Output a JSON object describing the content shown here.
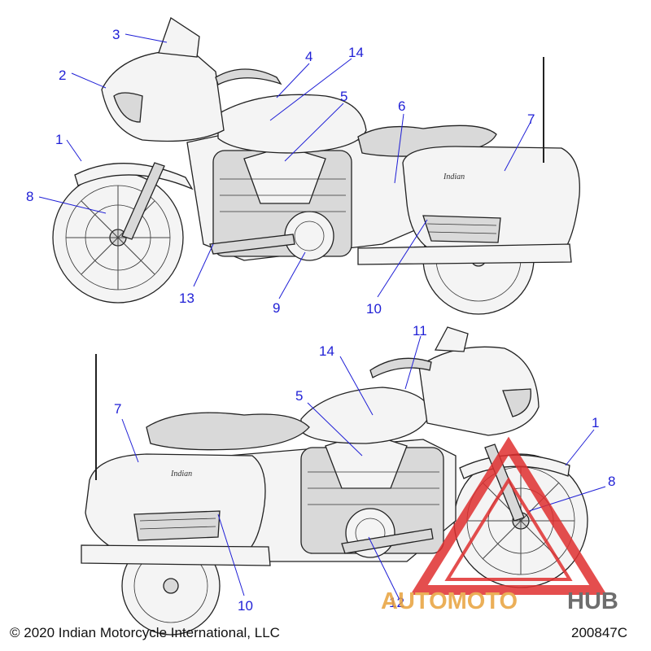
{
  "callouts_top": [
    {
      "id": "c-top-1",
      "label": "1"
    },
    {
      "id": "c-top-2",
      "label": "2"
    },
    {
      "id": "c-top-3",
      "label": "3"
    },
    {
      "id": "c-top-4",
      "label": "4"
    },
    {
      "id": "c-top-14",
      "label": "14"
    },
    {
      "id": "c-top-5",
      "label": "5"
    },
    {
      "id": "c-top-6",
      "label": "6"
    },
    {
      "id": "c-top-7",
      "label": "7"
    },
    {
      "id": "c-top-8",
      "label": "8"
    },
    {
      "id": "c-top-13",
      "label": "13"
    },
    {
      "id": "c-top-9",
      "label": "9"
    },
    {
      "id": "c-top-10",
      "label": "10"
    }
  ],
  "callouts_bottom": [
    {
      "id": "c-bot-11",
      "label": "11"
    },
    {
      "id": "c-bot-14",
      "label": "14"
    },
    {
      "id": "c-bot-5",
      "label": "5"
    },
    {
      "id": "c-bot-7",
      "label": "7"
    },
    {
      "id": "c-bot-1",
      "label": "1"
    },
    {
      "id": "c-bot-8",
      "label": "8"
    },
    {
      "id": "c-bot-10",
      "label": "10"
    },
    {
      "id": "c-bot-12",
      "label": "12"
    }
  ],
  "tank_script_top": "Indian",
  "tank_script_bottom": "Indian",
  "watermark": {
    "part1": "AUTOMOTO",
    "part2": "HUB",
    "color_primary": "#e8a23c",
    "color_secondary": "#555555",
    "triangle_color": "#e03030"
  },
  "footer": {
    "copyright": "© 2020 Indian Motorcycle International, LLC",
    "code": "200847C"
  },
  "colors": {
    "callout": "#1f1fd6",
    "line": "#222222"
  }
}
